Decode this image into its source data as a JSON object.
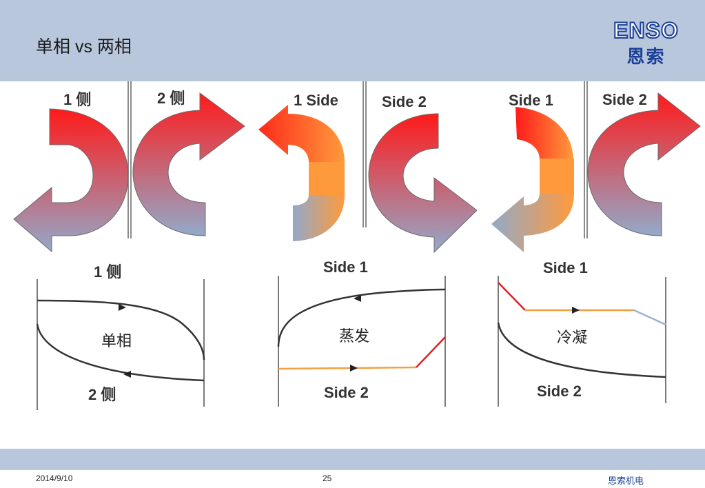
{
  "header": {
    "title": "单相 vs 两相"
  },
  "logo": {
    "word": "ENSO",
    "cn": "恩索"
  },
  "panels": {
    "single": {
      "arrow_left_label": "1 侧",
      "arrow_right_label": "2 侧",
      "graph_top_label": "1 侧",
      "graph_center_label": "单相",
      "graph_bottom_label": "2 侧"
    },
    "evaporation": {
      "arrow_left_label": "1 Side",
      "arrow_right_label": "Side 2",
      "graph_top_label": "Side 1",
      "graph_center_label": "蒸发",
      "graph_bottom_label": "Side 2"
    },
    "condensation": {
      "arrow_left_label": "Side 1",
      "arrow_right_label": "Side 2",
      "graph_top_label": "Side 1",
      "graph_center_label": "冷凝",
      "graph_bottom_label": "Side 2"
    }
  },
  "colors": {
    "header_band": "#b8c7dc",
    "arrow_hot": "#ff1a1a",
    "arrow_cold": "#93a9c9",
    "arrow_orange": "#ff9a3c",
    "curve": "#333333",
    "orange_line": "#f4a040",
    "red_line": "#e02020",
    "blue_line": "#9ab3d0",
    "logo_blue": "#1c3f97"
  },
  "footer": {
    "date": "2014/9/10",
    "page": "25",
    "company": "恩索机电"
  }
}
